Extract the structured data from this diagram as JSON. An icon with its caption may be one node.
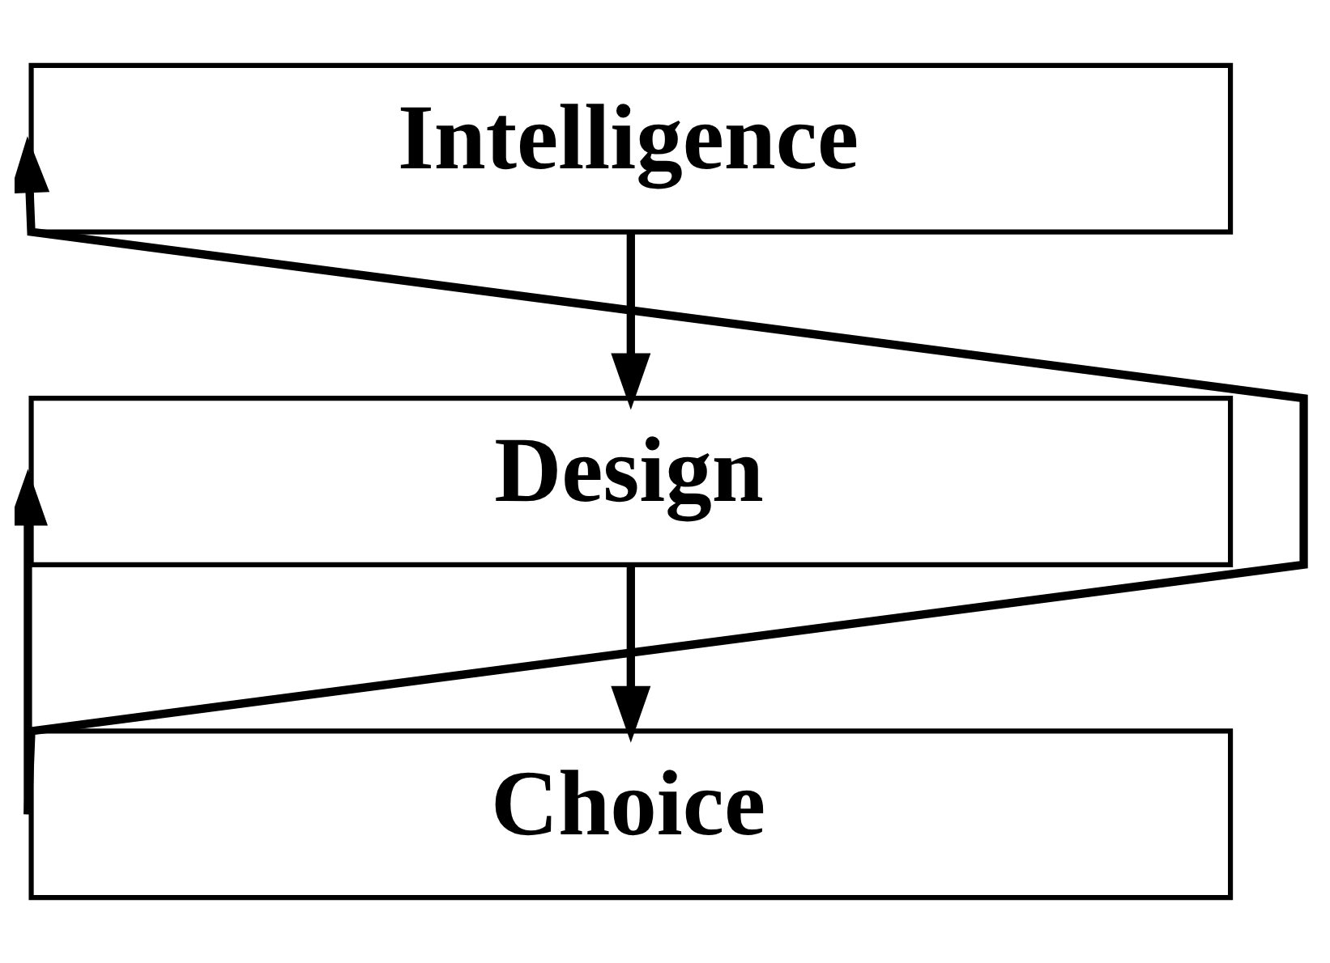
{
  "diagram": {
    "nodes": [
      {
        "text": [
          "Intelligence"
        ]
      },
      {
        "text": [
          "Design"
        ]
      },
      {
        "text": [
          "Choice"
        ]
      }
    ],
    "edges": [
      {
        "from": 0,
        "to": 1,
        "arrow": "to"
      },
      {
        "from": 1,
        "to": 2,
        "arrow": "to"
      },
      {
        "from": 2,
        "to": 0,
        "arrow": "to"
      },
      {
        "from": 2,
        "to": 1,
        "arrow": "to"
      }
    ]
  }
}
